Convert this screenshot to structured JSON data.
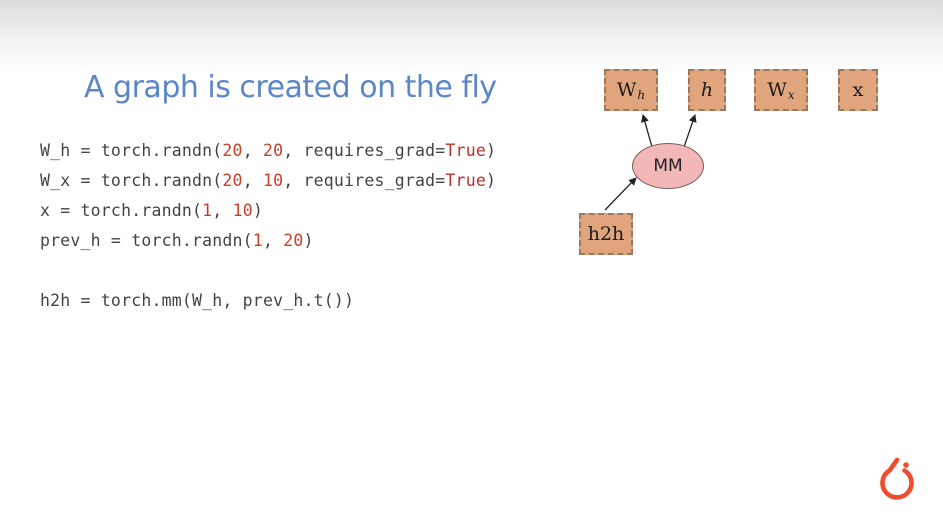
{
  "slide": {
    "title": "A graph is created on the fly"
  },
  "code": [
    [
      {
        "t": "W_h = torch.randn(",
        "c": "plain"
      },
      {
        "t": "20",
        "c": "num"
      },
      {
        "t": ", ",
        "c": "plain"
      },
      {
        "t": "20",
        "c": "num"
      },
      {
        "t": ", requires_grad=",
        "c": "plain"
      },
      {
        "t": "True",
        "c": "kw"
      },
      {
        "t": ")",
        "c": "plain"
      }
    ],
    [
      {
        "t": "W_x = torch.randn(",
        "c": "plain"
      },
      {
        "t": "20",
        "c": "num"
      },
      {
        "t": ", ",
        "c": "plain"
      },
      {
        "t": "10",
        "c": "num"
      },
      {
        "t": ", requires_grad=",
        "c": "plain"
      },
      {
        "t": "True",
        "c": "kw"
      },
      {
        "t": ")",
        "c": "plain"
      }
    ],
    [
      {
        "t": "x = torch.randn(",
        "c": "plain"
      },
      {
        "t": "1",
        "c": "num"
      },
      {
        "t": ", ",
        "c": "plain"
      },
      {
        "t": "10",
        "c": "num"
      },
      {
        "t": ")",
        "c": "plain"
      }
    ],
    [
      {
        "t": "prev_h = torch.randn(",
        "c": "plain"
      },
      {
        "t": "1",
        "c": "num"
      },
      {
        "t": ", ",
        "c": "plain"
      },
      {
        "t": "20",
        "c": "num"
      },
      {
        "t": ")",
        "c": "plain"
      }
    ],
    [
      {
        "t": "h2h = torch.mm(W_h, prev_h.t())",
        "c": "plain"
      }
    ]
  ],
  "graph": {
    "nodes": {
      "w_h": {
        "base": "W",
        "sub": "h"
      },
      "h": {
        "label": "h"
      },
      "w_x": {
        "base": "W",
        "sub": "x"
      },
      "x": {
        "label": "x"
      },
      "mm": {
        "label": "MM"
      },
      "h2h": {
        "label": "h2h"
      }
    }
  },
  "colors": {
    "title": "#5b86c8",
    "code_text": "#444444",
    "code_number": "#c8402a",
    "code_keyword": "#b8322a",
    "variable_node_fill": "#e0a57d",
    "variable_node_border": "#9a7a5e",
    "op_node_fill": "#f2b8b8",
    "logo": "#ee4c2c"
  },
  "logo": {
    "icon": "pytorch-logo-icon"
  }
}
